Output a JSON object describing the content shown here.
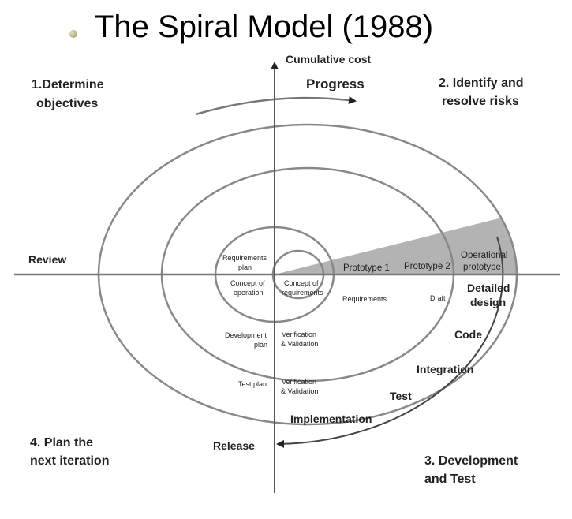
{
  "title": "The Spiral Model (1988)",
  "axes": {
    "y_label": "Cumulative cost",
    "x_label": "Review"
  },
  "progress_label": "Progress",
  "release_label": "Release",
  "quadrants": {
    "q1": [
      "1.Determine",
      "objectives"
    ],
    "q2": [
      "2. Identify and",
      "resolve risks"
    ],
    "q3": [
      "3. Development",
      "and Test"
    ],
    "q4": [
      "4. Plan the",
      "next iteration"
    ]
  },
  "spiral_labels": {
    "requirements_plan": [
      "Requirements",
      "plan"
    ],
    "concept_of_operation": [
      "Concept of",
      "operation"
    ],
    "concept_of_requirements": [
      "Concept of",
      "requirements"
    ],
    "development_plan": [
      "Development",
      "plan"
    ],
    "verification_1": [
      "Verification",
      "& Validation"
    ],
    "test_plan": "Test plan",
    "verification_2": [
      "Verification",
      "& Validation"
    ],
    "requirements": "Requirements",
    "draft": "Draft"
  },
  "prototypes": {
    "p1": "Prototype 1",
    "p2": "Prototype 2",
    "op": [
      "Operational",
      "prototype"
    ]
  },
  "phases": {
    "detailed_design": [
      "Detailed",
      "design"
    ],
    "code": "Code",
    "integration": "Integration",
    "test": "Test",
    "implementation": "Implementation"
  }
}
